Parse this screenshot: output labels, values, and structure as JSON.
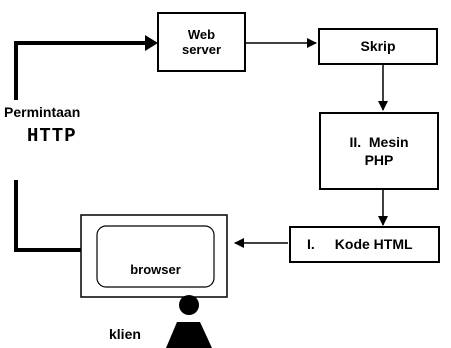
{
  "nodes": {
    "web_server": "Web\nserver",
    "skrip": "Skrip",
    "mesin_php": "II.  Mesin\nPHP",
    "kode_html_num": "I.",
    "kode_html_label": "Kode HTML",
    "browser": "browser"
  },
  "labels": {
    "permintaan": "Permintaan",
    "http": "HTTP",
    "klien": "klien"
  },
  "edges": [
    {
      "from": "client",
      "to": "web_server"
    },
    {
      "from": "web_server",
      "to": "skrip"
    },
    {
      "from": "skrip",
      "to": "mesin_php"
    },
    {
      "from": "mesin_php",
      "to": "kode_html"
    },
    {
      "from": "kode_html",
      "to": "browser"
    }
  ]
}
